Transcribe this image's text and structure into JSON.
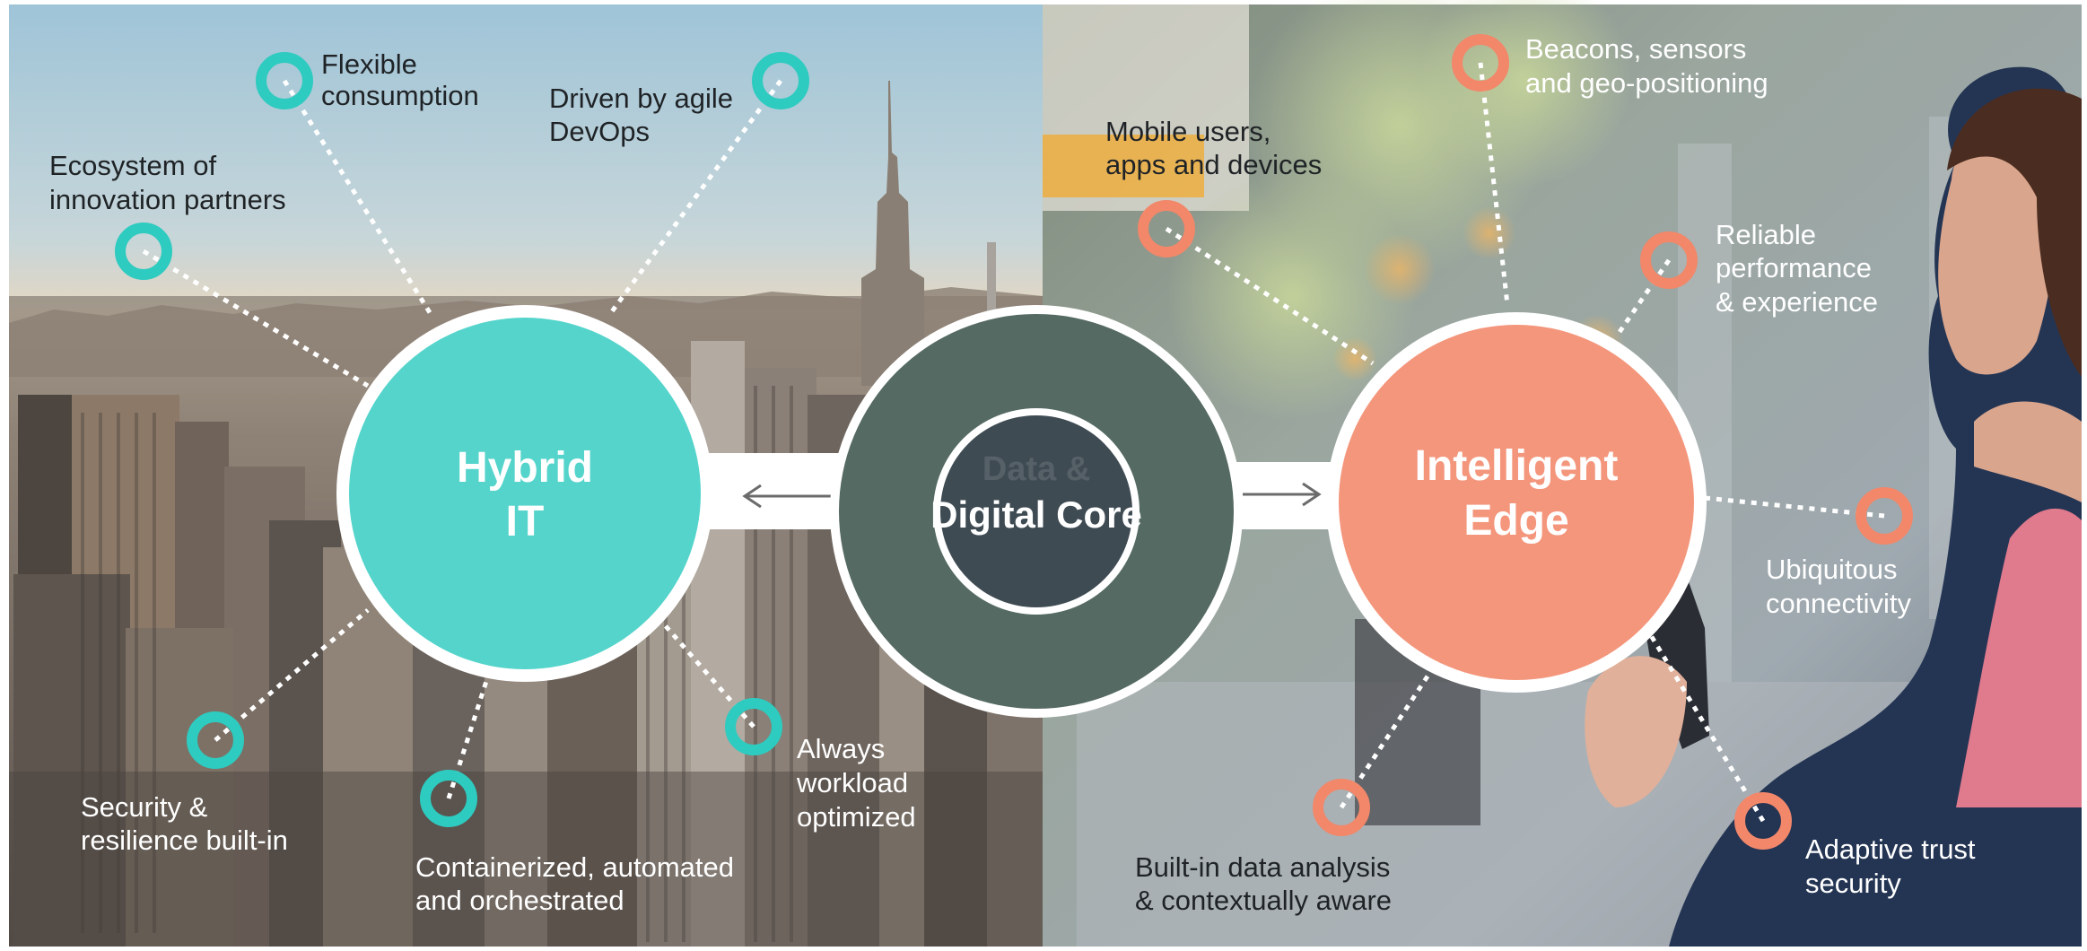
{
  "hubs": {
    "hybrid": {
      "line1": "Hybrid",
      "line2": "IT"
    },
    "core": {
      "line1": "Data &",
      "line2": "Digital Core"
    },
    "edge": {
      "line1": "Intelligent",
      "line2": "Edge"
    }
  },
  "left_features": {
    "flexible": [
      "Flexible",
      "consumption"
    ],
    "devops": [
      "Driven by agile",
      "DevOps"
    ],
    "ecosystem": [
      "Ecosystem of",
      "innovation partners"
    ],
    "security": [
      "Security &",
      "resilience built-in"
    ],
    "containerized": [
      "Containerized, automated",
      "and orchestrated"
    ],
    "workload": [
      "Always",
      "workload",
      "optimized"
    ]
  },
  "right_features": {
    "beacons": [
      "Beacons, sensors",
      "and geo-positioning"
    ],
    "mobile": [
      "Mobile users,",
      "apps and devices"
    ],
    "reliable": [
      "Reliable",
      "performance",
      "& experience"
    ],
    "ubiquitous": [
      "Ubiquitous",
      "connectivity"
    ],
    "analysis": [
      "Built-in data analysis",
      "& contextually aware"
    ],
    "trust": [
      "Adaptive trust",
      "security"
    ]
  },
  "colors": {
    "hybrid": "#2ecbc0",
    "edge": "#f2876a",
    "core_ring": "#556a63",
    "core_inner": "#3f4b53"
  }
}
